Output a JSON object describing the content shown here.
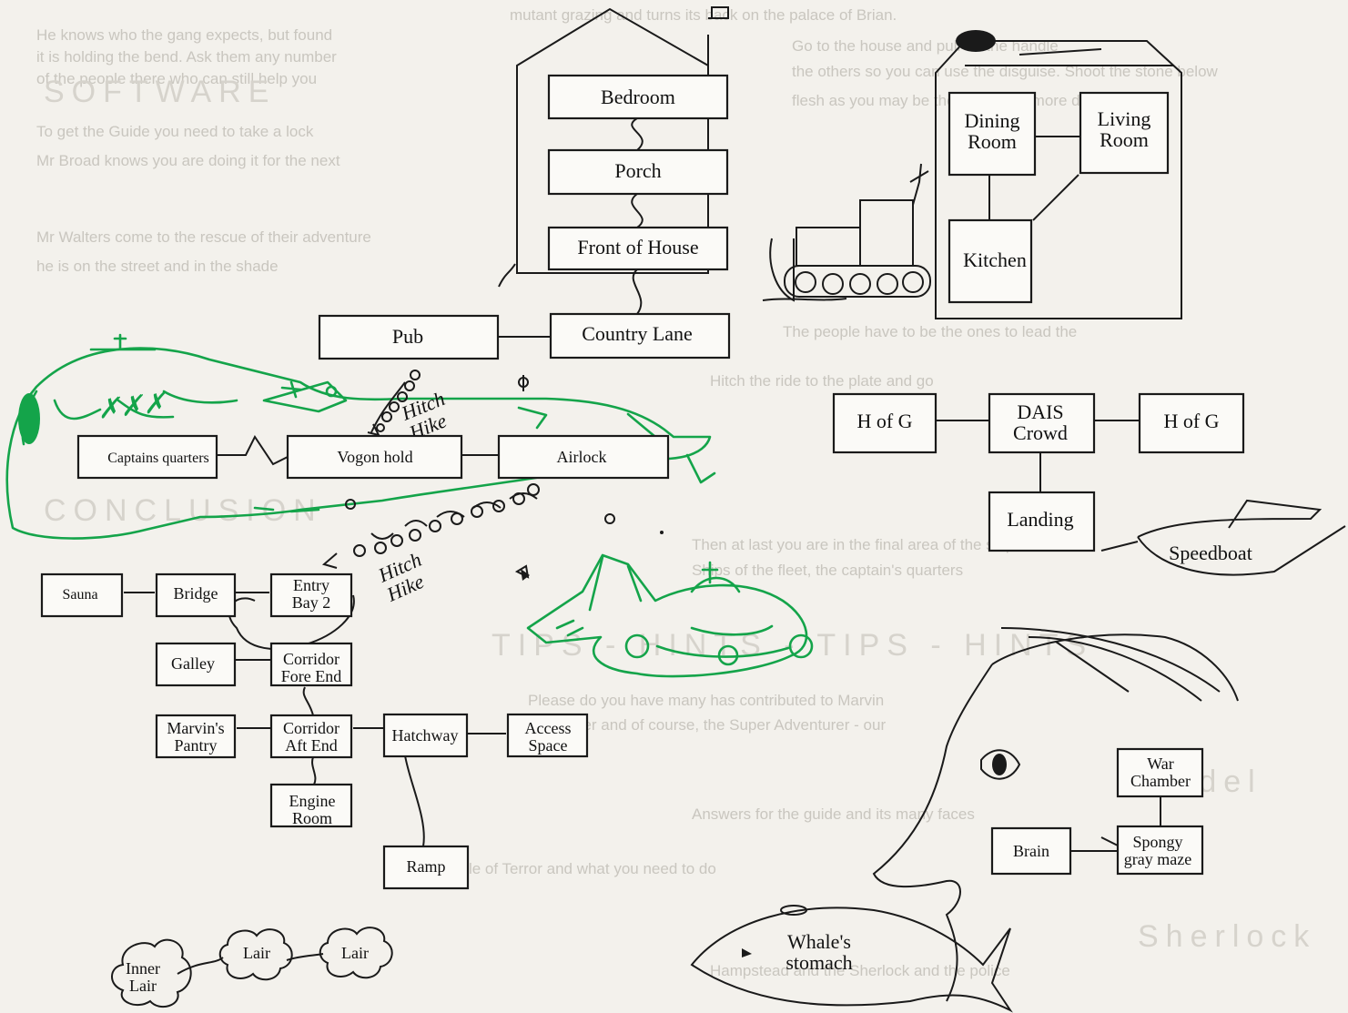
{
  "background_text": {
    "lines": [
      "mutant grazing and turns its back on the palace of Brian.",
      "He knows who the gang expects, but found",
      "it is holding the bend. Ask them any number",
      "of the people there who can still help you",
      "Go to the house and pull off the handle",
      "the others so you can use the disguise. Shoot the stone below",
      "flesh as you may be thousand and more days in the",
      "To get the Guide you need to take a lock",
      "Mr Broad knows you are doing it for the next",
      "Mr Walters come to the rescue of their adventure",
      "he is on the street and in the shade",
      "The people have to be the ones to lead the",
      "Hitch the ride to the plate and go",
      "Then at last you are in the final area of the ship",
      "Ships of the fleet, the captain's quarters",
      "Please do you have many has contributed to Marvin",
      "Hitchhiker and of course, the Super Adventurer - our",
      "Answers for the guide and its many faces",
      "Castle of Terror and what you need to do",
      "Hampstead and the Sherlock and the police"
    ],
    "headings": [
      "SOFTWARE",
      "CONCLUSION",
      "TIPS - HINTS - TIPS - HINTS",
      "Infidel",
      "Sherlock"
    ]
  },
  "hitchhiker_map": {
    "rooms": [
      "Pub",
      "Captains quarters",
      "Vogon hold",
      "Airlock",
      "Sauna",
      "Bridge",
      "Entry Bay 2",
      "Galley",
      "Corridor Fore End",
      "Marvin's Pantry",
      "Corridor Aft End",
      "Hatchway",
      "Access Space",
      "Engine Room",
      "Ramp"
    ],
    "handwritten_labels": [
      "Hitch Hike",
      "Hitch Hike"
    ]
  },
  "house_map": {
    "rooms": [
      "Bedroom",
      "Porch",
      "Front of House",
      "Country Lane"
    ]
  },
  "right_house_map": {
    "rooms": [
      "Dining Room",
      "Living Room",
      "Kitchen"
    ]
  },
  "guide_map": {
    "rooms": [
      "H of G",
      "DAIS Crowd",
      "H of G",
      "Landing"
    ],
    "boat_label": "Speedboat"
  },
  "whale_map": {
    "rooms": [
      "War Chamber",
      "Brain",
      "Spongy gray maze"
    ],
    "whale_label": "Whale's stomach"
  },
  "lair_map": {
    "clouds": [
      "Inner Lair",
      "Lair",
      "Lair"
    ]
  }
}
